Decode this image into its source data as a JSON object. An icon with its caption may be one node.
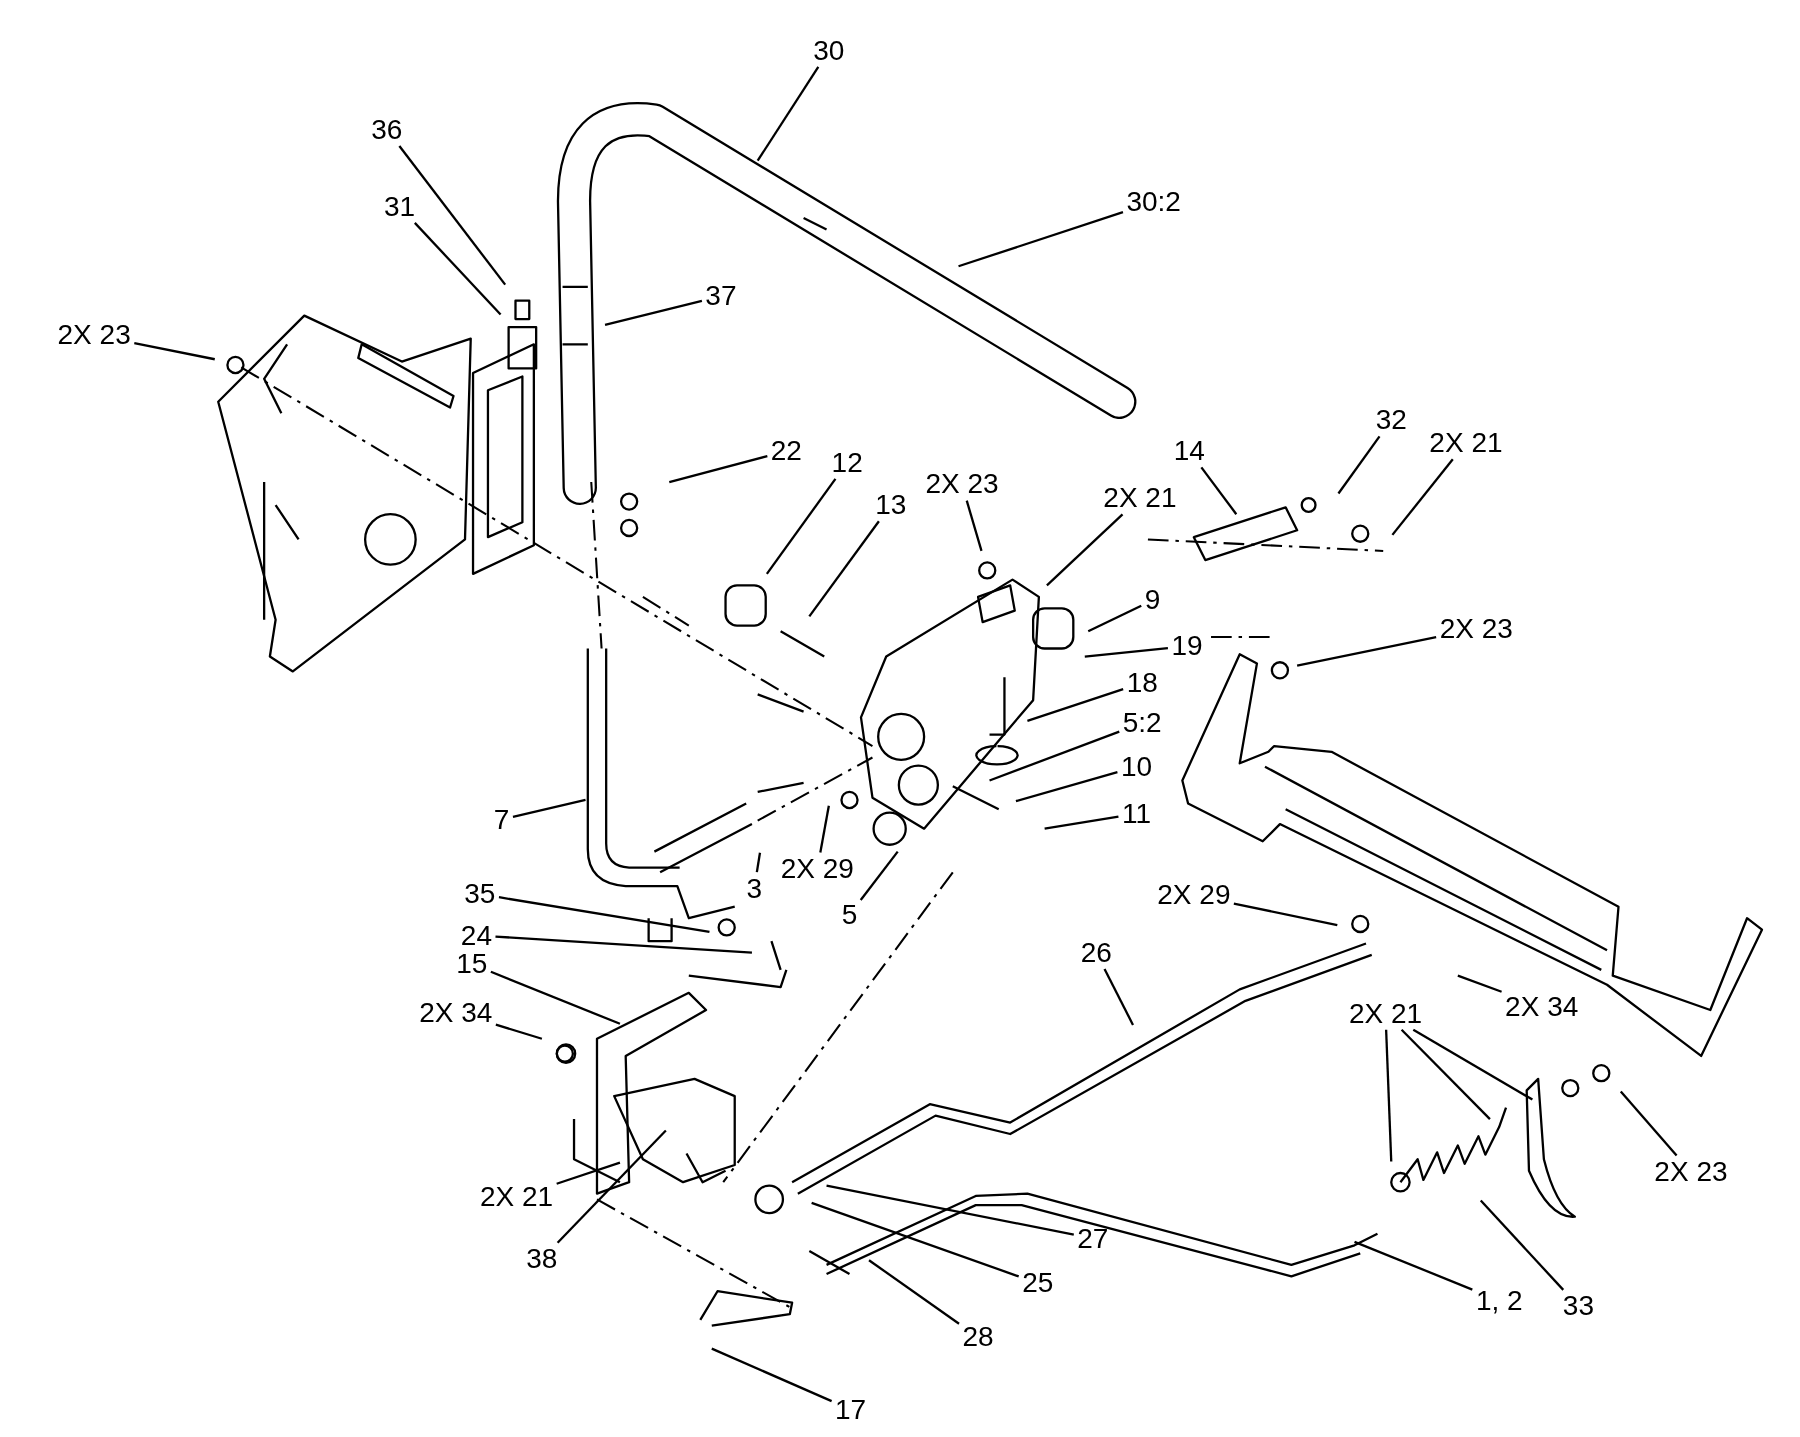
{
  "diagram": {
    "nodes": [
      {
        "text": [
          "30"
        ]
      },
      {
        "text": [
          "36"
        ]
      },
      {
        "text": [
          "31"
        ]
      },
      {
        "text": [
          "30:2"
        ]
      },
      {
        "text": [
          "2X 23"
        ]
      },
      {
        "text": [
          "37"
        ]
      },
      {
        "text": [
          "22"
        ]
      },
      {
        "text": [
          "12"
        ]
      },
      {
        "text": [
          "13"
        ]
      },
      {
        "text": [
          "2X 23"
        ]
      },
      {
        "text": [
          "2X 21"
        ]
      },
      {
        "text": [
          "14"
        ]
      },
      {
        "text": [
          "32"
        ]
      },
      {
        "text": [
          "2X 21"
        ]
      },
      {
        "text": [
          "9"
        ]
      },
      {
        "text": [
          "19"
        ]
      },
      {
        "text": [
          "2X 23"
        ]
      },
      {
        "text": [
          "18"
        ]
      },
      {
        "text": [
          "5:2"
        ]
      },
      {
        "text": [
          "10"
        ]
      },
      {
        "text": [
          "11"
        ]
      },
      {
        "text": [
          "7"
        ]
      },
      {
        "text": [
          "2X 29"
        ]
      },
      {
        "text": [
          "3"
        ]
      },
      {
        "text": [
          "5"
        ]
      },
      {
        "text": [
          "35"
        ]
      },
      {
        "text": [
          "24"
        ]
      },
      {
        "text": [
          "15"
        ]
      },
      {
        "text": [
          "2X 29"
        ]
      },
      {
        "text": [
          "26"
        ]
      },
      {
        "text": [
          "2X 34"
        ]
      },
      {
        "text": [
          "2X 34"
        ]
      },
      {
        "text": [
          "2X 21"
        ]
      },
      {
        "text": [
          "2X 23"
        ]
      },
      {
        "text": [
          "2X 21"
        ]
      },
      {
        "text": [
          "38"
        ]
      },
      {
        "text": [
          "27"
        ]
      },
      {
        "text": [
          "25"
        ]
      },
      {
        "text": [
          "1, 2"
        ]
      },
      {
        "text": [
          "33"
        ]
      },
      {
        "text": [
          "28"
        ]
      },
      {
        "text": [
          "17"
        ]
      }
    ],
    "edges": [
      {
        "from": 0,
        "to": null,
        "arrow": "none"
      },
      {
        "from": 1,
        "to": null,
        "arrow": "none"
      },
      {
        "from": 2,
        "to": null,
        "arrow": "none"
      },
      {
        "from": 3,
        "to": null,
        "arrow": "none"
      },
      {
        "from": 4,
        "to": null,
        "arrow": "none"
      },
      {
        "from": 5,
        "to": null,
        "arrow": "none"
      },
      {
        "from": 6,
        "to": null,
        "arrow": "none"
      },
      {
        "from": 7,
        "to": null,
        "arrow": "none"
      },
      {
        "from": 8,
        "to": null,
        "arrow": "none"
      },
      {
        "from": 9,
        "to": null,
        "arrow": "none"
      },
      {
        "from": 10,
        "to": null,
        "arrow": "none"
      },
      {
        "from": 11,
        "to": null,
        "arrow": "none"
      },
      {
        "from": 12,
        "to": null,
        "arrow": "none"
      },
      {
        "from": 13,
        "to": null,
        "arrow": "none"
      },
      {
        "from": 14,
        "to": null,
        "arrow": "none"
      },
      {
        "from": 15,
        "to": null,
        "arrow": "none"
      },
      {
        "from": 16,
        "to": null,
        "arrow": "none"
      },
      {
        "from": 17,
        "to": null,
        "arrow": "none"
      },
      {
        "from": 18,
        "to": null,
        "arrow": "none"
      },
      {
        "from": 19,
        "to": null,
        "arrow": "none"
      },
      {
        "from": 20,
        "to": null,
        "arrow": "none"
      },
      {
        "from": 21,
        "to": null,
        "arrow": "none"
      },
      {
        "from": 22,
        "to": null,
        "arrow": "none"
      },
      {
        "from": 23,
        "to": null,
        "arrow": "none"
      },
      {
        "from": 24,
        "to": null,
        "arrow": "none"
      },
      {
        "from": 25,
        "to": null,
        "arrow": "none"
      },
      {
        "from": 26,
        "to": null,
        "arrow": "none"
      },
      {
        "from": 27,
        "to": null,
        "arrow": "none"
      },
      {
        "from": 28,
        "to": null,
        "arrow": "none"
      },
      {
        "from": 29,
        "to": null,
        "arrow": "none"
      },
      {
        "from": 30,
        "to": null,
        "arrow": "none"
      },
      {
        "from": 31,
        "to": null,
        "arrow": "none"
      },
      {
        "from": 32,
        "to": null,
        "arrow": "none"
      },
      {
        "from": 32,
        "to": null,
        "arrow": "none"
      },
      {
        "from": 32,
        "to": null,
        "arrow": "none"
      },
      {
        "from": 33,
        "to": null,
        "arrow": "none"
      },
      {
        "from": 34,
        "to": null,
        "arrow": "none"
      },
      {
        "from": 35,
        "to": null,
        "arrow": "none"
      },
      {
        "from": 36,
        "to": null,
        "arrow": "none"
      },
      {
        "from": 37,
        "to": null,
        "arrow": "none"
      },
      {
        "from": 38,
        "to": null,
        "arrow": "none"
      },
      {
        "from": 39,
        "to": null,
        "arrow": "none"
      },
      {
        "from": 40,
        "to": null,
        "arrow": "none"
      },
      {
        "from": 41,
        "to": null,
        "arrow": "none"
      }
    ]
  }
}
